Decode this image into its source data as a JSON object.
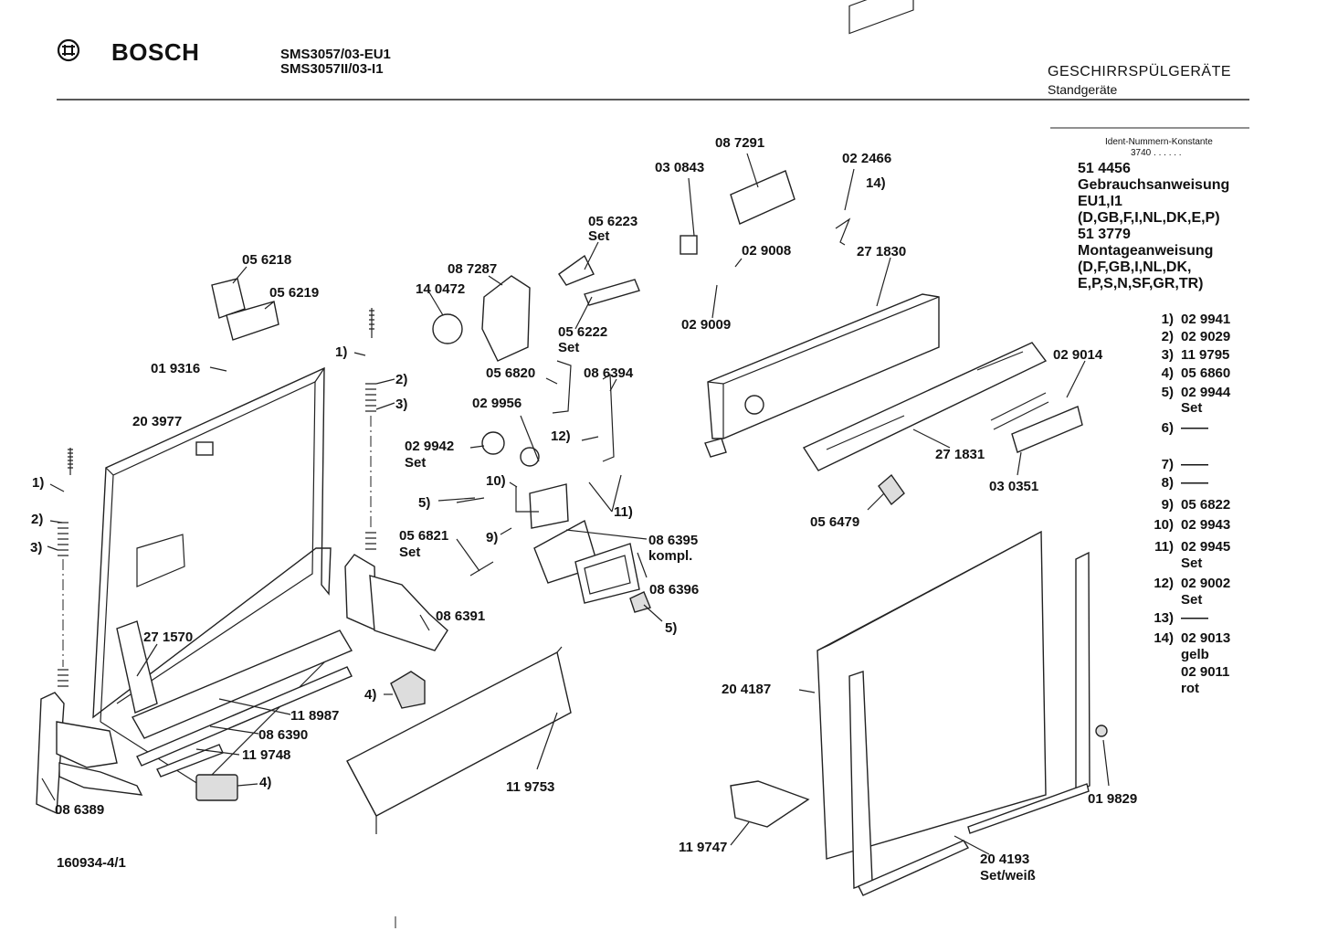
{
  "header": {
    "brand": "BOSCH",
    "model_line1": "SMS3057/03-EU1",
    "model_line2": "SMS3057II/03-I1",
    "category": "GESCHIRRSPÜLGERÄTE",
    "subcategory": "Standgeräte"
  },
  "info": {
    "ident_title": "Ident-Nummern-Konstante",
    "ident_value": "3740  . .  . . . .",
    "doc_lines": [
      "51 4456",
      "Gebrauchsanweisung",
      "EU1,I1",
      "(D,GB,F,I,NL,DK,E,P)",
      "51 3779",
      "Montageanweisung",
      "(D,F,GB,I,NL,DK,",
      "E,P,S,N,SF,GR,TR)"
    ]
  },
  "legend": [
    {
      "num": "1)",
      "value": "02 9941"
    },
    {
      "num": "2)",
      "value": "02 9029"
    },
    {
      "num": "3)",
      "value": "11 9795"
    },
    {
      "num": "4)",
      "value": "05 6860"
    },
    {
      "num": "5)",
      "value": "02 9944"
    },
    {
      "num": "",
      "value": "Set"
    },
    {
      "num": "6)",
      "value": "——"
    },
    {
      "num": "7)",
      "value": "——"
    },
    {
      "num": "8)",
      "value": "——"
    },
    {
      "num": "9)",
      "value": "05 6822"
    },
    {
      "num": "10)",
      "value": "02 9943"
    },
    {
      "num": "11)",
      "value": "02 9945"
    },
    {
      "num": "",
      "value": "Set"
    },
    {
      "num": "12)",
      "value": "02 9002"
    },
    {
      "num": "",
      "value": "Set"
    },
    {
      "num": "13)",
      "value": "——"
    },
    {
      "num": "14)",
      "value": "02 9013"
    },
    {
      "num": "",
      "value": "gelb"
    },
    {
      "num": "",
      "value": "02 9011"
    },
    {
      "num": "",
      "value": "rot"
    }
  ],
  "labels": {
    "l_087291": "08 7291",
    "l_030843": "03 0843",
    "l_022466": "02 2466",
    "l_14a": "14)",
    "l_056223": "05 6223",
    "l_set1": "Set",
    "l_029008": "02 9008",
    "l_271830": "27 1830",
    "l_056218": "05 6218",
    "l_087287": "08 7287",
    "l_056219": "05 6219",
    "l_140472": "14 0472",
    "l_056222": "05 6222",
    "l_set2": "Set",
    "l_029009": "02 9009",
    "l_1a": "1)",
    "l_019316": "01 9316",
    "l_2a": "2)",
    "l_056820": "05 6820",
    "l_086394": "08 6394",
    "l_029014": "02 9014",
    "l_3a": "3)",
    "l_203977": "20 3977",
    "l_029956": "02 9956",
    "l_12a": "12)",
    "l_029942": "02 9942",
    "l_set3": "Set",
    "l_271831": "27 1831",
    "l_1b": "1)",
    "l_10a": "10)",
    "l_030351": "03 0351",
    "l_2b": "2)",
    "l_5a": "5)",
    "l_11a": "11)",
    "l_3b": "3)",
    "l_9a": "9)",
    "l_056479": "05 6479",
    "l_056821": "05 6821",
    "l_086395": "08 6395",
    "l_set4": "Set",
    "l_kompl": "kompl.",
    "l_086396": "08 6396",
    "l_086391": "08 6391",
    "l_5b": "5)",
    "l_271570": "27 1570",
    "l_204187": "20 4187",
    "l_4a": "4)",
    "l_118987": "11 8987",
    "l_086390": "08 6390",
    "l_119748": "11 9748",
    "l_4b": "4)",
    "l_119753": "11 9753",
    "l_019829": "01 9829",
    "l_086389": "08 6389",
    "l_119747": "11 9747",
    "l_204193": "20 4193",
    "l_setweiss": "Set/weiß",
    "l_drawing": "160934-4/1"
  }
}
